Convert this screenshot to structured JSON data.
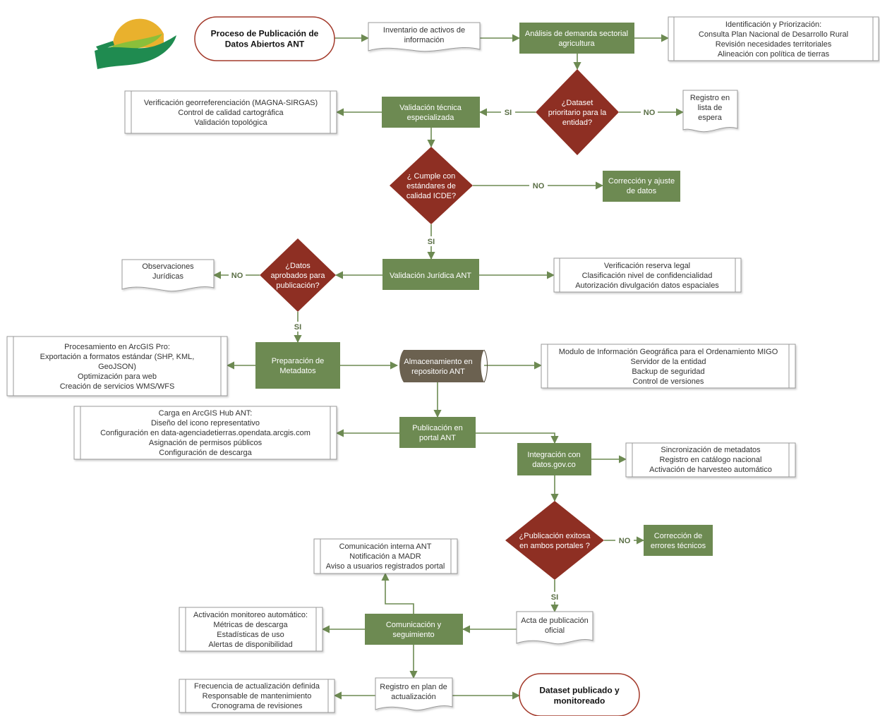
{
  "colors": {
    "process": "#6d8a52",
    "decision": "#8e2f23",
    "storage": "#6b6150",
    "line": "#6d8a52",
    "terminal_border": "#a33a2b"
  },
  "logo": {
    "icon": "hand-sun-icon"
  },
  "nodes": {
    "start": {
      "lines": [
        "Proceso de Publicación de",
        "Datos Abiertos ANT"
      ]
    },
    "inventario": {
      "lines": [
        "Inventario de activos de",
        "información"
      ]
    },
    "analisis": {
      "lines": [
        "Análisis de demanda sectorial",
        "agricultura"
      ]
    },
    "identificacion": {
      "lines": [
        "Identificación y Priorización:",
        "Consulta Plan Nacional de Desarrollo Rural",
        "Revisión necesidades territoriales",
        "Alineación con política de tierras"
      ]
    },
    "dec_prioritario": {
      "lines": [
        "¿Dataset",
        "prioritario para la",
        "entidad?"
      ]
    },
    "registro_espera": {
      "lines": [
        "Registro en",
        "lista de",
        "espera"
      ]
    },
    "validacion_tecnica": {
      "lines": [
        "Validación técnica",
        "especializada"
      ]
    },
    "verificacion_georef": {
      "lines": [
        "Verificación georreferenciación (MAGNA-SIRGAS)",
        "Control de calidad cartográfica",
        "Validación topológica"
      ]
    },
    "dec_icde": {
      "lines": [
        "¿ Cumple con",
        "estándares de",
        "calidad  ICDE?"
      ]
    },
    "correccion_datos": {
      "lines": [
        "Corrección y ajuste",
        "de datos"
      ]
    },
    "validacion_juridica": {
      "lines": [
        "Validación Jurídica ANT"
      ]
    },
    "verificacion_reserva": {
      "lines": [
        "Verificación reserva legal",
        "Clasificación nivel de confidencialidad",
        "Autorización divulgación datos espaciales"
      ]
    },
    "dec_aprobados": {
      "lines": [
        "¿Datos",
        "aprobados para",
        "publicación?"
      ]
    },
    "observaciones": {
      "lines": [
        "Observaciones",
        "Jurídicas"
      ]
    },
    "preparacion": {
      "lines": [
        "Preparación de",
        "Metadatos"
      ]
    },
    "procesamiento": {
      "lines": [
        "Procesamiento en ArcGIS Pro:",
        "Exportación a formatos estándar (SHP, KML,",
        "GeoJSON)",
        "Optimización para web",
        "Creación de servicios WMS/WFS"
      ]
    },
    "almacenamiento": {
      "lines": [
        "Almacenamiento en",
        "repositorio ANT"
      ]
    },
    "modulo_migo": {
      "lines": [
        "Modulo de Información Geográfica para el Ordenamiento MIGO",
        "Servidor de la entidad",
        "Backup de seguridad",
        "Control de versiones"
      ]
    },
    "publicacion_portal": {
      "lines": [
        "Publicación en",
        "portal ANT"
      ]
    },
    "carga_hub": {
      "lines": [
        "Carga en ArcGIS Hub ANT:",
        "Diseño del icono representativo",
        "Configuración en data-agenciadetierras.opendata.arcgis.com",
        "Asignación de permisos públicos",
        "Configuración de descarga"
      ]
    },
    "integracion": {
      "lines": [
        "Integración con",
        "datos.gov.co"
      ]
    },
    "sincronizacion": {
      "lines": [
        "Sincronización de metadatos",
        "Registro en catálogo nacional",
        "Activación de harvesteo automático"
      ]
    },
    "dec_exitosa": {
      "lines": [
        "¿Publicación exitosa",
        "en ambos portales ?"
      ]
    },
    "correccion_errores": {
      "lines": [
        "Corrección de",
        "errores técnicos"
      ]
    },
    "acta": {
      "lines": [
        "Acta de publicación",
        "oficial"
      ]
    },
    "comunicacion": {
      "lines": [
        "Comunicación y",
        "seguimiento"
      ]
    },
    "comunicacion_interna": {
      "lines": [
        "Comunicación interna ANT",
        "Notificación a MADR",
        "Aviso a usuarios registrados portal"
      ]
    },
    "monitoreo": {
      "lines": [
        "Activación monitoreo automático:",
        "Métricas de descarga",
        "Estadísticas de uso",
        "Alertas de disponibilidad"
      ]
    },
    "registro_plan": {
      "lines": [
        "Registro en plan de",
        "actualización"
      ]
    },
    "frecuencia": {
      "lines": [
        "Frecuencia de actualización definida",
        "Responsable de mantenimiento",
        "Cronograma de revisiones"
      ]
    },
    "end": {
      "lines": [
        "Dataset publicado y",
        "monitoreado"
      ]
    }
  },
  "edge_labels": {
    "si_1": "SI",
    "no_1": "NO",
    "no_2": "NO",
    "si_2": "SI",
    "no_3": "NO",
    "si_3": "SI",
    "no_4": "NO",
    "si_4": "SI"
  }
}
